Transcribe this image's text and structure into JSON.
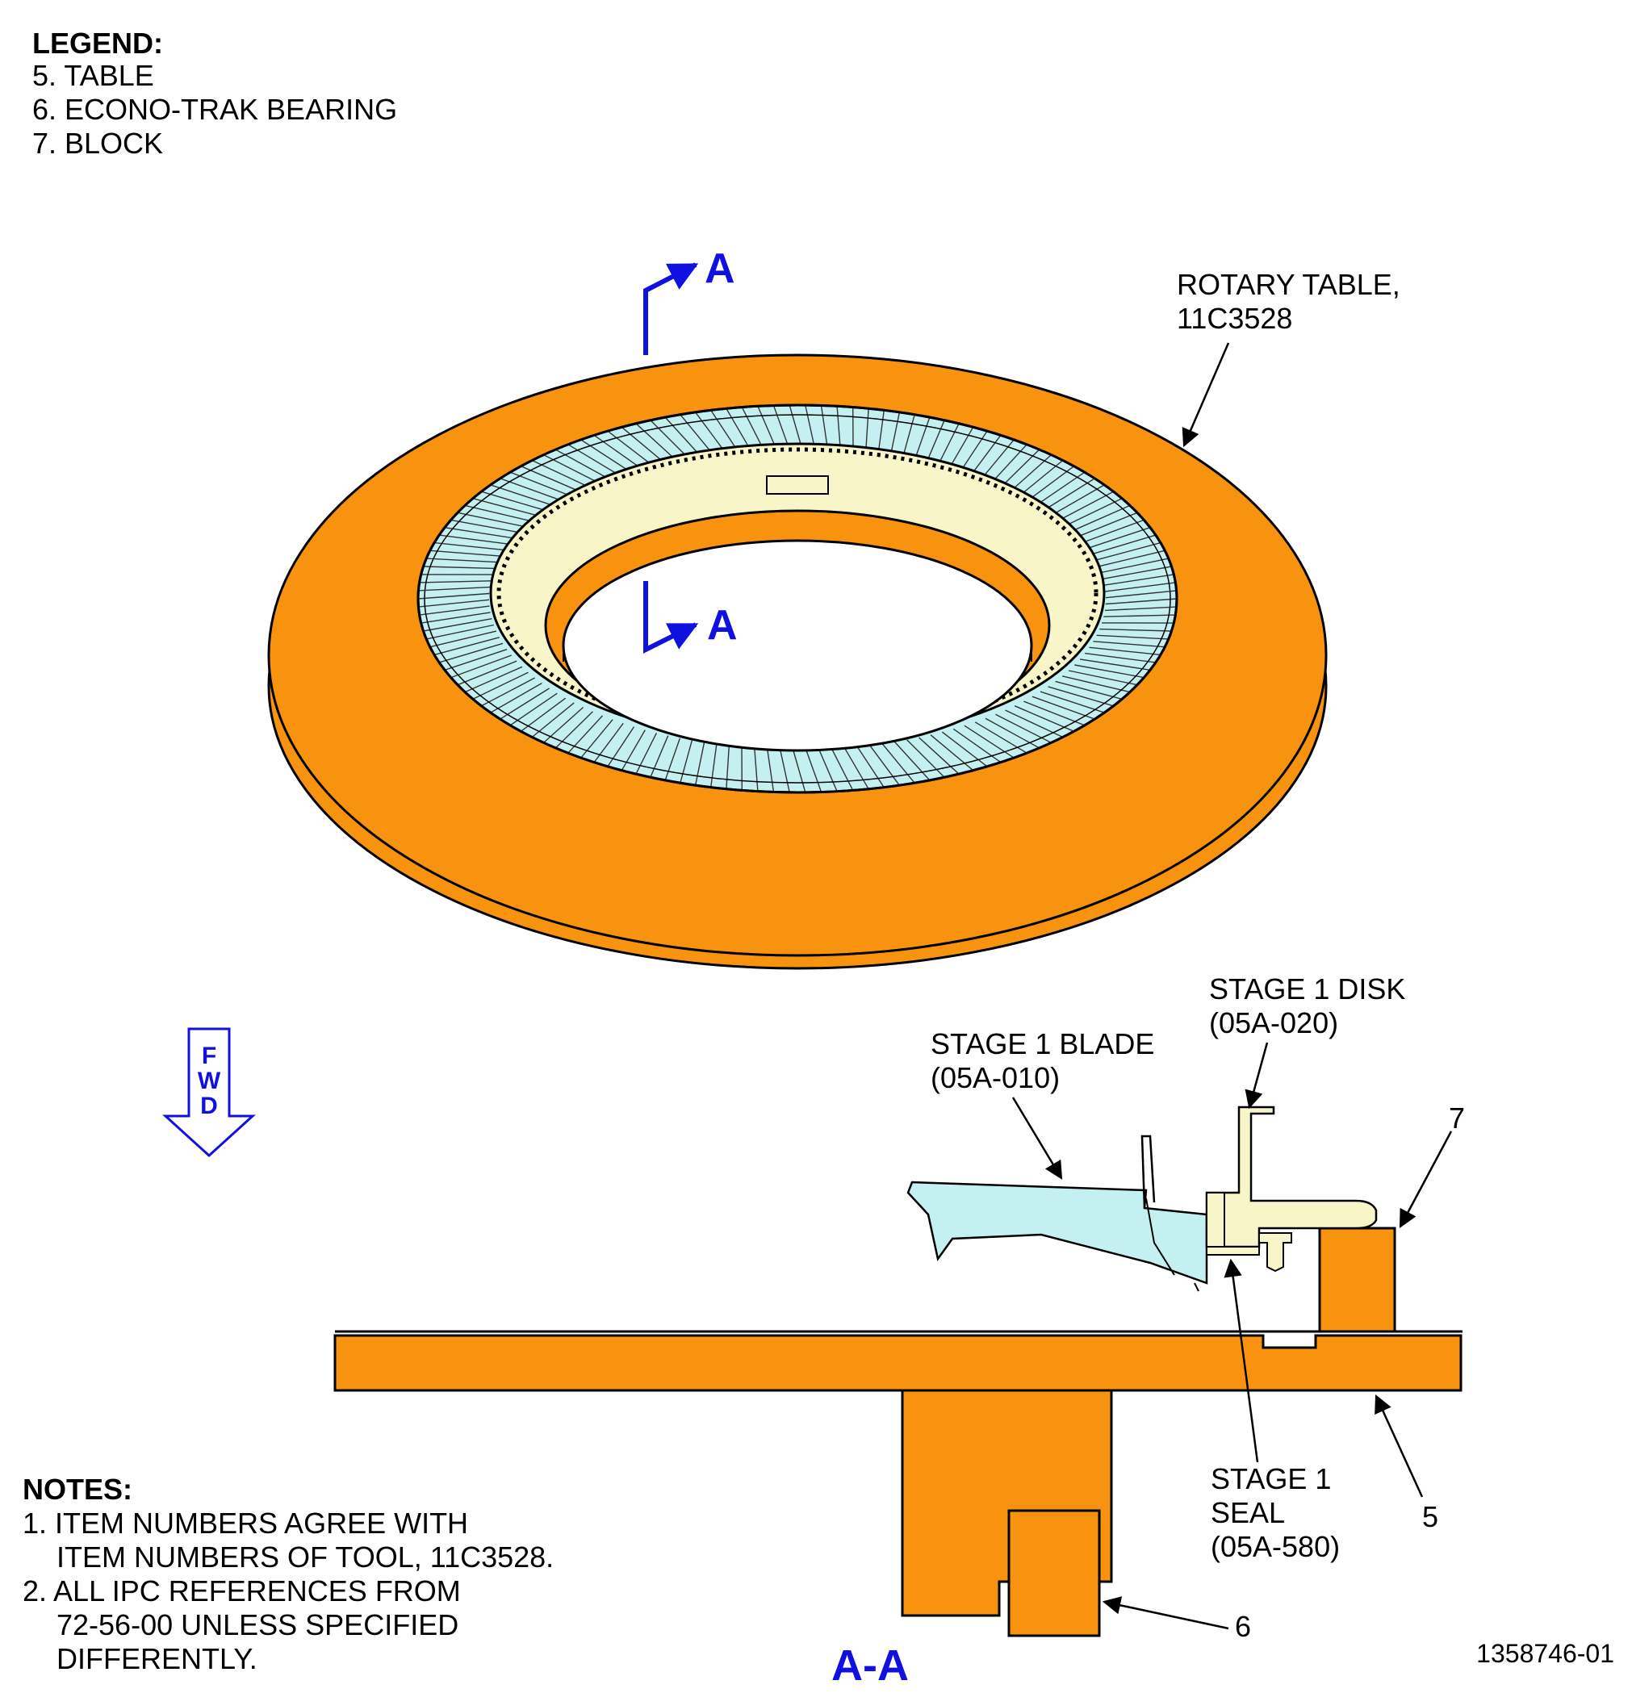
{
  "legend": {
    "title": "LEGEND:",
    "items": [
      "5. TABLE",
      "6. ECONO-TRAK BEARING",
      "7. BLOCK"
    ]
  },
  "notes": {
    "title": "NOTES:",
    "lines": [
      "1. ITEM NUMBERS AGREE WITH",
      "ITEM NUMBERS OF TOOL, 11C3528.",
      "2. ALL IPC REFERENCES FROM",
      "72-56-00 UNLESS SPECIFIED",
      "DIFFERENTLY."
    ]
  },
  "section": {
    "arrow_label_top": "A",
    "arrow_label_bottom": "A",
    "view_title": "A-A"
  },
  "callouts": {
    "rotary_table": [
      "ROTARY TABLE,",
      "11C3528"
    ],
    "stage1_disk": [
      "STAGE 1 DISK",
      "(05A-020)"
    ],
    "stage1_blade": [
      "STAGE 1 BLADE",
      "(05A-010)"
    ],
    "stage1_seal": [
      "STAGE 1",
      "SEAL",
      "(05A-580)"
    ],
    "item5": "5",
    "item6": "6",
    "item7": "7"
  },
  "fwd": [
    "F",
    "W",
    "D"
  ],
  "figure_id": "1358746-01",
  "colors": {
    "orange": "#f7930f",
    "blade": "#c5f0f2",
    "disk": "#f8f5c8",
    "section_blue": "#1010e0"
  }
}
